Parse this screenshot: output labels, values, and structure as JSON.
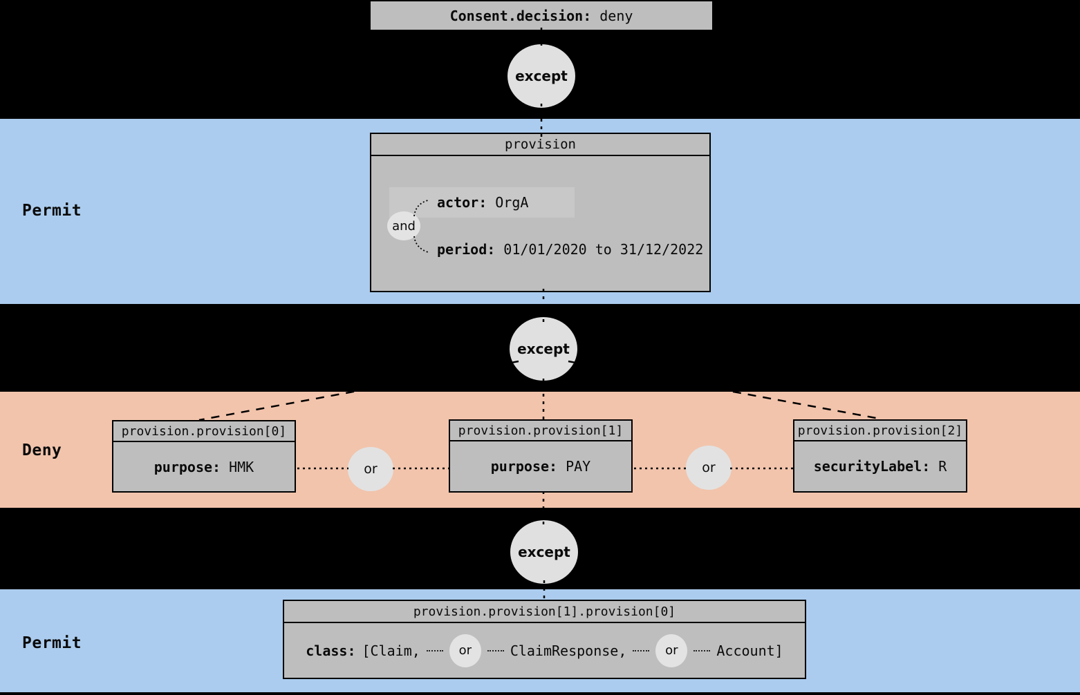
{
  "labels": {
    "except": "except",
    "and": "and",
    "or": "or",
    "permit": "Permit",
    "deny": "Deny"
  },
  "consent": {
    "key": "Consent.decision:",
    "value": "deny"
  },
  "permit_provision": {
    "header": "provision",
    "rows": [
      {
        "key": "actor:",
        "value": "OrgA"
      },
      {
        "key": "period:",
        "value": "01/01/2020 to 31/12/2022"
      }
    ]
  },
  "deny_provisions": [
    {
      "header": "provision.provision[0]",
      "key": "purpose:",
      "value": "HMK"
    },
    {
      "header": "provision.provision[1]",
      "key": "purpose:",
      "value": "PAY"
    },
    {
      "header": "provision.provision[2]",
      "key": "securityLabel:",
      "value": "R"
    }
  ],
  "permit_class": {
    "header": "provision.provision[1].provision[0]",
    "key": "class:",
    "items": [
      "[Claim,",
      "ClaimResponse,",
      "Account]"
    ]
  },
  "colors": {
    "background": "#000000",
    "permit_band": "#abccee",
    "deny_band": "#f2c4ac",
    "node_fill": "#bebebe",
    "junction_fill": "#e0e0e0",
    "border": "#000000"
  }
}
